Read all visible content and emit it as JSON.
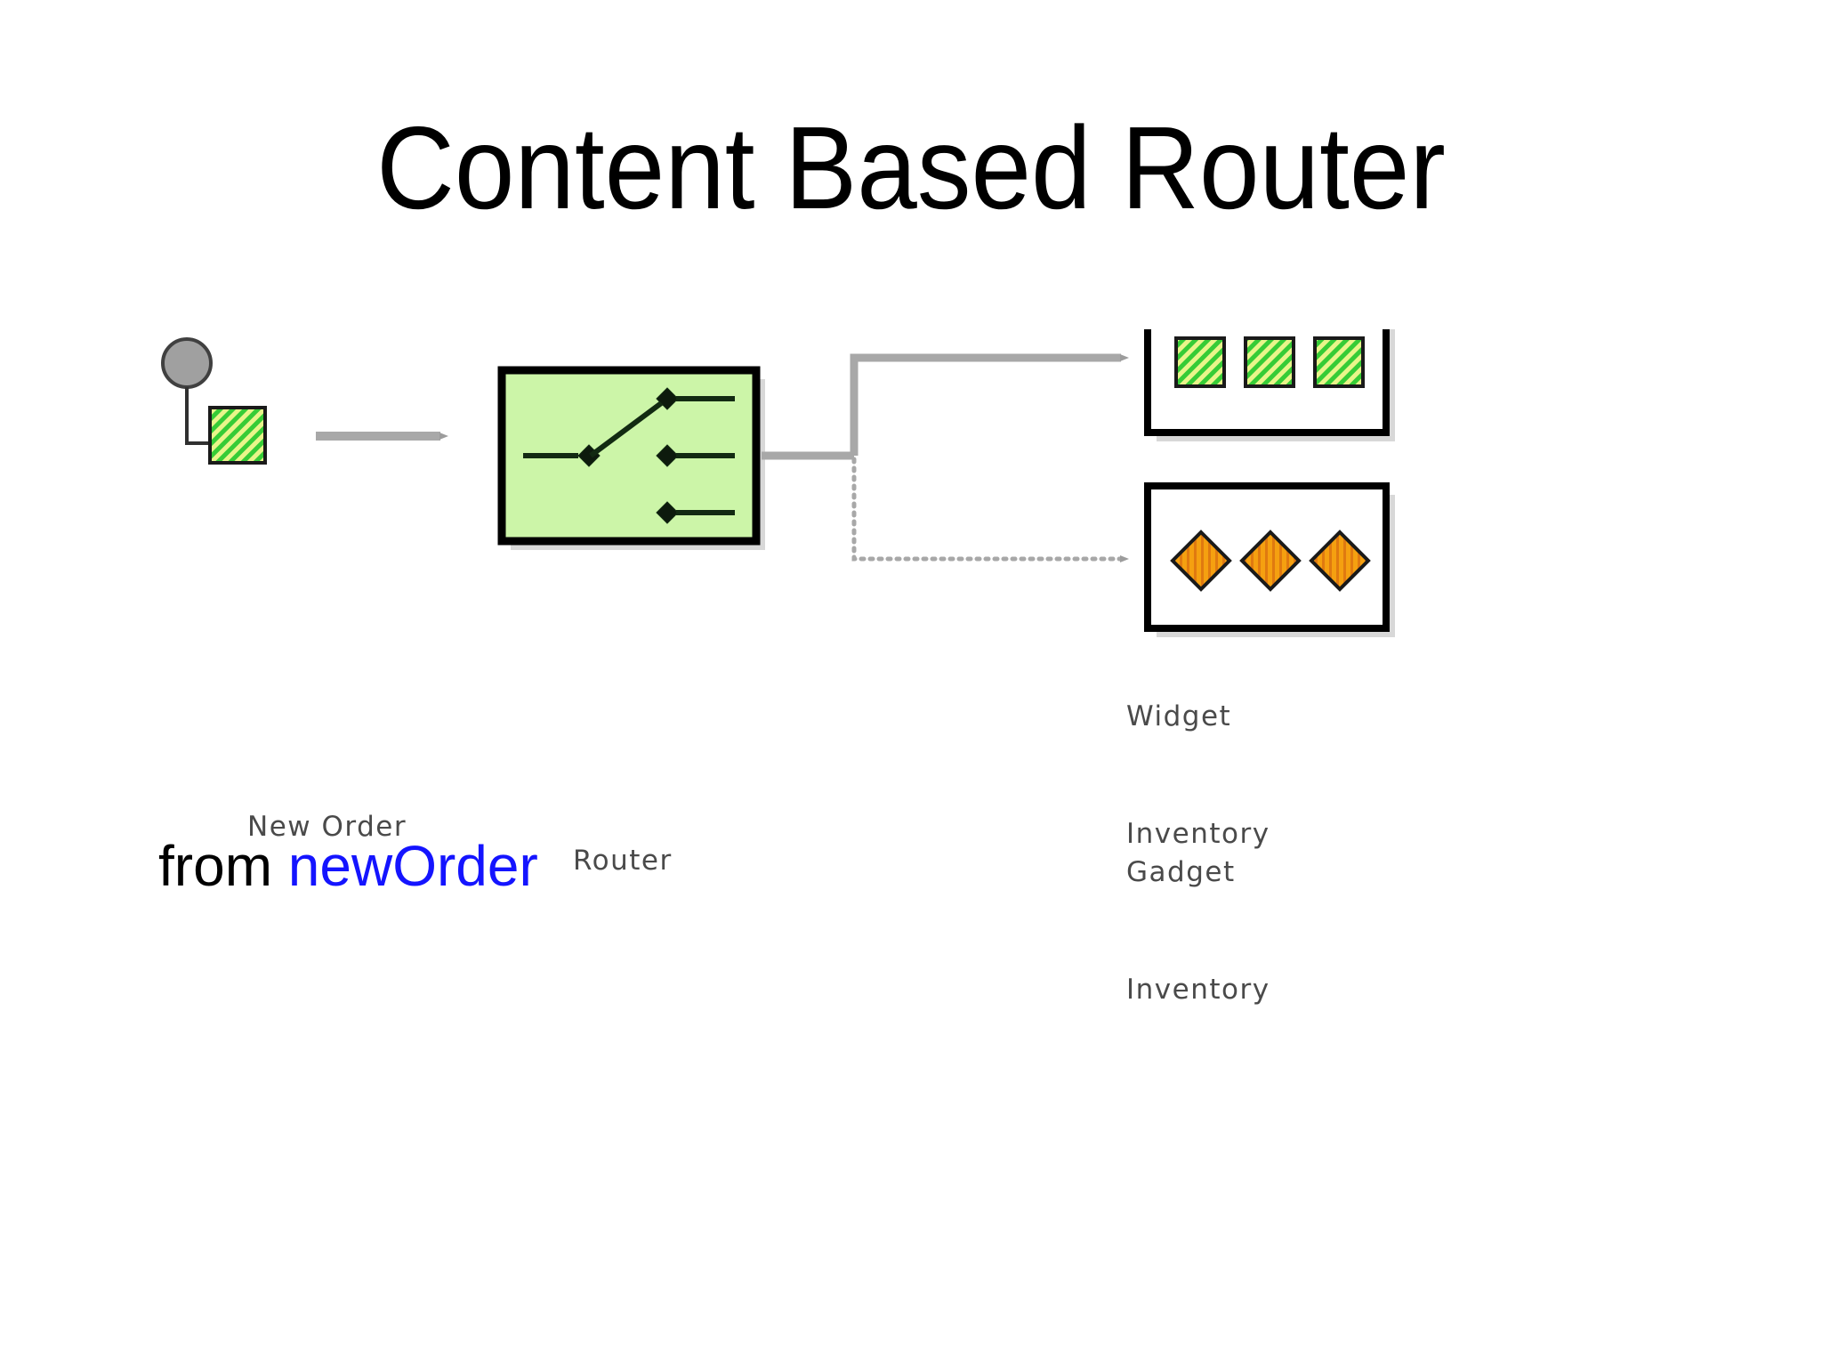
{
  "slide": {
    "title": "Content Based Router",
    "body_prefix": "from ",
    "body_keyword": "newOrder",
    "body_keyword_color": "#1414ff",
    "background_color": "#ffffff",
    "title_color": "#000000"
  },
  "diagram": {
    "name": "content-based-router-pattern",
    "nodes": {
      "source": {
        "label": "New Order",
        "endpoint_shape": "circle",
        "endpoint_fill": "#a0a0a0",
        "message_shape": "square",
        "message_fill": "#33cc33",
        "message_pattern": "diagonal-hatch"
      },
      "router": {
        "label": "Router",
        "fill": "#ccf5a8",
        "border_color": "#000000",
        "symbol": "switch",
        "contacts": 3,
        "active_contact": 1
      },
      "widget_inventory": {
        "label_line1": "Widget",
        "label_line2": "Inventory",
        "item_count": 3,
        "item_shape": "square",
        "item_fill": "#33cc33",
        "item_pattern": "diagonal-hatch"
      },
      "gadget_inventory": {
        "label_line1": "Gadget",
        "label_line2": "Inventory",
        "item_count": 3,
        "item_shape": "diamond",
        "item_fill": "#f5a623",
        "item_pattern": "vertical-stripes"
      }
    },
    "connectors": [
      {
        "name": "source-to-router",
        "style": "solid",
        "color": "#a8a8a8",
        "arrow": true
      },
      {
        "name": "router-to-widget-inventory",
        "style": "solid",
        "color": "#a8a8a8",
        "arrow": true
      },
      {
        "name": "router-to-gadget-inventory",
        "style": "dotted",
        "color": "#a8a8a8",
        "arrow": true
      }
    ]
  }
}
